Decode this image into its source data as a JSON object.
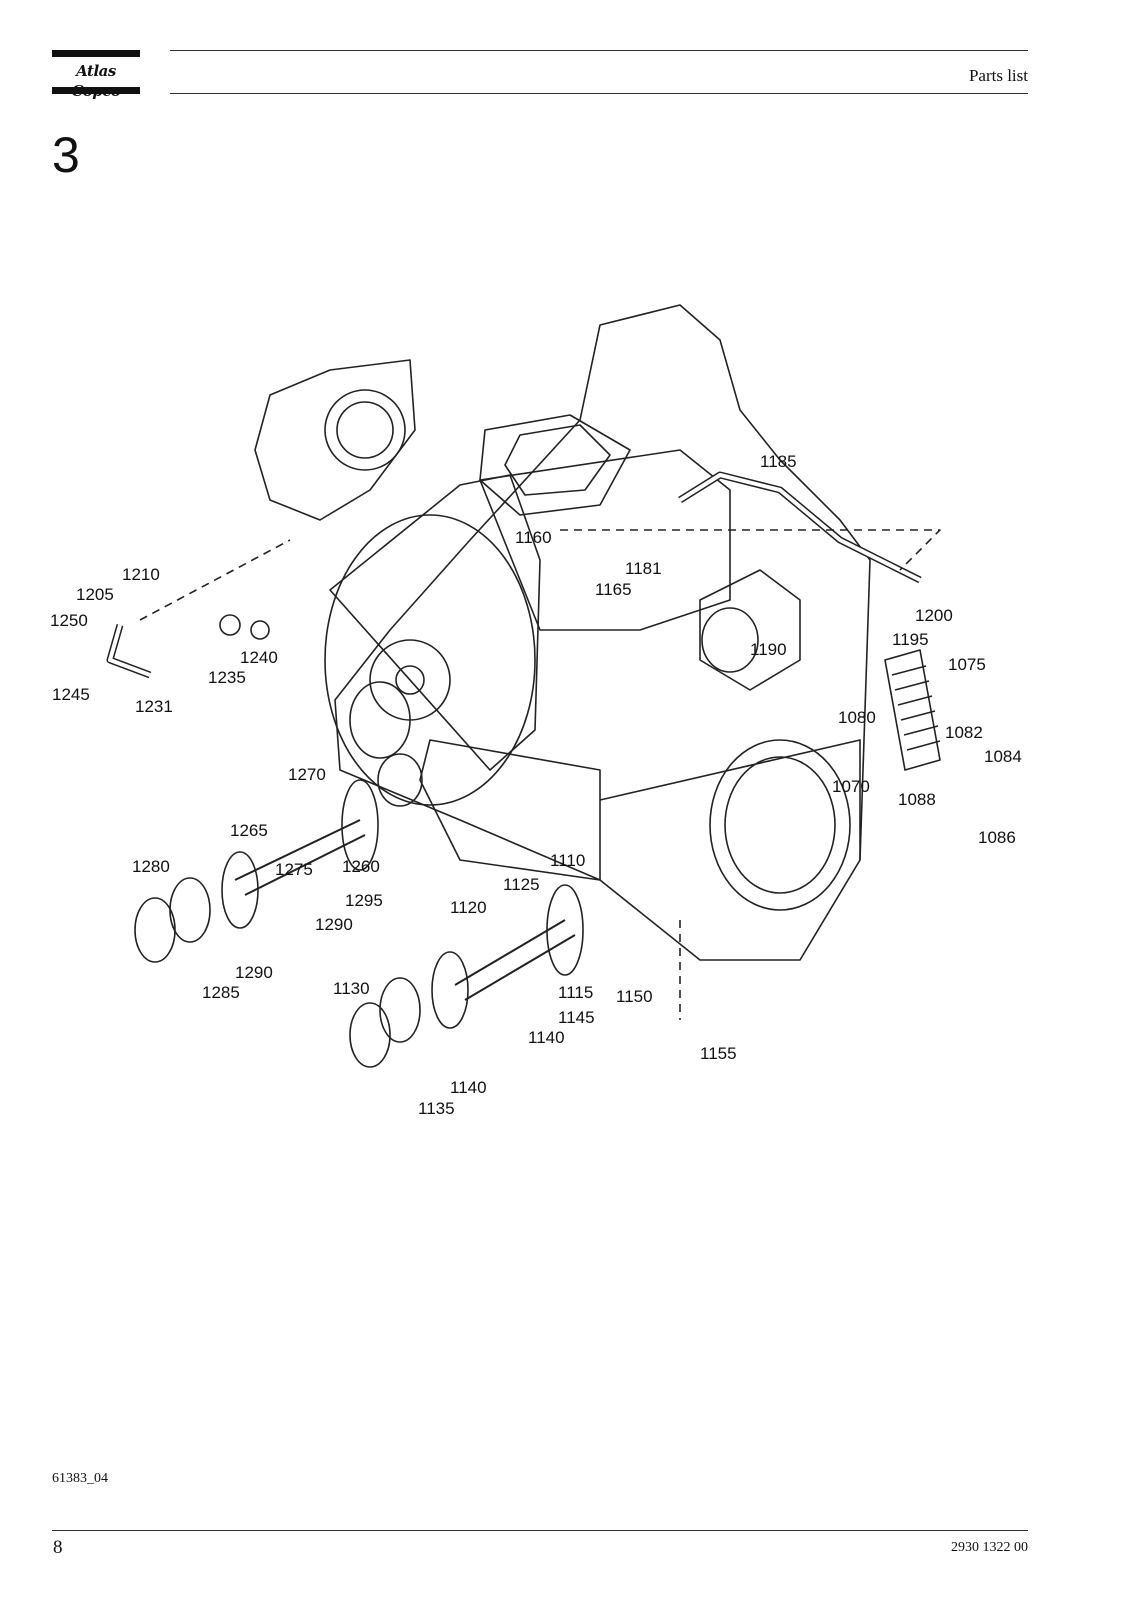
{
  "header": {
    "brand": "Atlas Copco",
    "title": "Parts list"
  },
  "section_number": "3",
  "drawing": {
    "callouts": [
      "1185",
      "1160",
      "1181",
      "1165",
      "1210",
      "1205",
      "1250",
      "1245",
      "1231",
      "1235",
      "1240",
      "1200",
      "1195",
      "1075",
      "1190",
      "1080",
      "1082",
      "1084",
      "1070",
      "1088",
      "1086",
      "1270",
      "1265",
      "1275",
      "1260",
      "1280",
      "1295",
      "1290",
      "1290",
      "1285",
      "1110",
      "1125",
      "1120",
      "1130",
      "1115",
      "1150",
      "1145",
      "1140",
      "1140",
      "1135",
      "1155"
    ]
  },
  "footer": {
    "figure_ref": "61383_04",
    "page_number": "8",
    "doc_number": "2930 1322 00"
  }
}
